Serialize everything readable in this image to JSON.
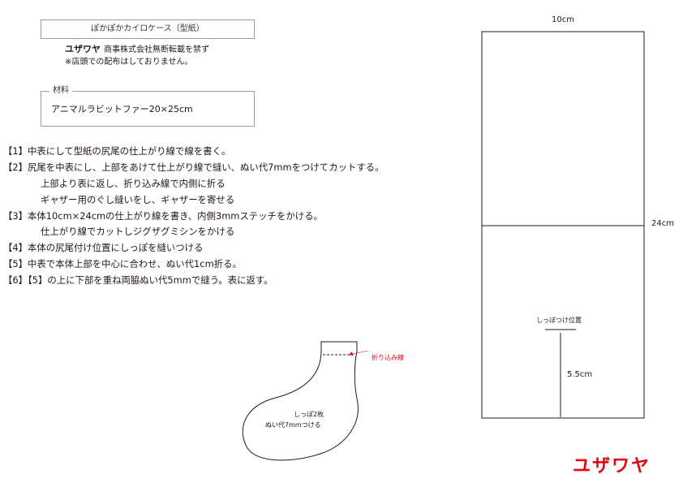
{
  "header": {
    "title": "ぽかぽかカイロケース（型紙）",
    "brand_mark": "ユザワヤ",
    "copyright": "商事株式会社無断転載を禁ず",
    "notice": "※店頭での配布はしておりません。"
  },
  "materials": {
    "legend": "材料",
    "value": "アニマルラビットファー20×25cm"
  },
  "steps": [
    "【1】中表にして型紙の尻尾の仕上がり線で線を書く。",
    "【2】尻尾を中表にし、上部をあけて仕上がり線で縫い、ぬい代7mmをつけてカットする。",
    "上部より表に返し、折り込み線で内側に折る",
    "ギャザー用のぐし縫いをし、ギャザーを寄せる",
    "【3】本体10cm×24cmの仕上がり線を書き、内側3mmステッチをかける。",
    "仕上がり線でカットしジグザグミシンをかける",
    "【4】本体の尻尾付け位置にしっぽを縫いつける",
    "【5】中表で本体上部を中心に合わせ、ぬい代1cm折る。",
    "【6】【5】の上に下部を重ね両脇ぬい代5mmで縫う。表に返す。"
  ],
  "tail_pattern": {
    "fold_label": "折り込み線",
    "label_line1": "しっぽ2枚",
    "label_line2": "ぬい代7mmつける",
    "fold_color": "#e60012"
  },
  "body_pattern": {
    "width_label": "10cm",
    "height_label": "24cm",
    "tail_position_label": "しっぽつけ位置",
    "tail_distance_label": "5.5cm"
  },
  "logo": {
    "text": "ユザワヤ",
    "color": "#e60012"
  }
}
